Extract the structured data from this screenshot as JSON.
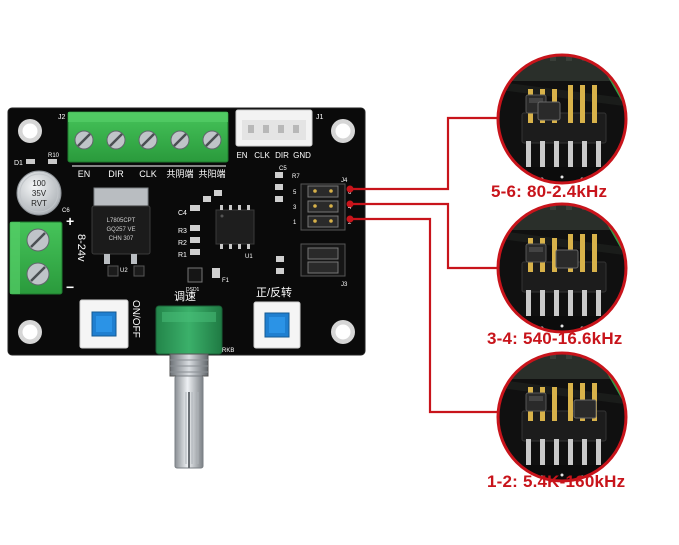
{
  "colors": {
    "pcb": "#0a0a0a",
    "terminal_green": "#36b34a",
    "knob_green": "#2f9a52",
    "switch_blue": "#1f7fd0",
    "accent_red": "#c8141b"
  },
  "board": {
    "terminal_labels": [
      "EN",
      "DIR",
      "CLK",
      "共阴端",
      "共阳端"
    ],
    "connector_labels": [
      "EN",
      "CLK",
      "DIR",
      "GND"
    ],
    "power_label": "8-24v",
    "switch_left_label": "ON/OFF",
    "pot_label": "调速",
    "switch_right_label": "正/反转",
    "capacitor_text": [
      "100",
      "35V",
      "RVT"
    ],
    "regulator_text": [
      "L7805CPT",
      "GQ257 VE",
      "CHN 307"
    ],
    "component_refs": [
      "J2",
      "J1",
      "D1",
      "R10",
      "C6",
      "C4",
      "R3",
      "R2",
      "R1",
      "C5",
      "R7",
      "U1",
      "U2",
      "J3",
      "J4",
      "F1",
      "DSD1",
      "RKB"
    ],
    "jumper_labels": [
      "5",
      "3",
      "1",
      "6",
      "4",
      "2"
    ]
  },
  "callouts": [
    {
      "label": "5-6: 80-2.4kHz",
      "icon": "jumper-5-6-zoom"
    },
    {
      "label": "3-4: 540-16.6kHz",
      "icon": "jumper-3-4-zoom"
    },
    {
      "label": "1-2: 5.4K-160kHz",
      "icon": "jumper-1-2-zoom"
    }
  ]
}
